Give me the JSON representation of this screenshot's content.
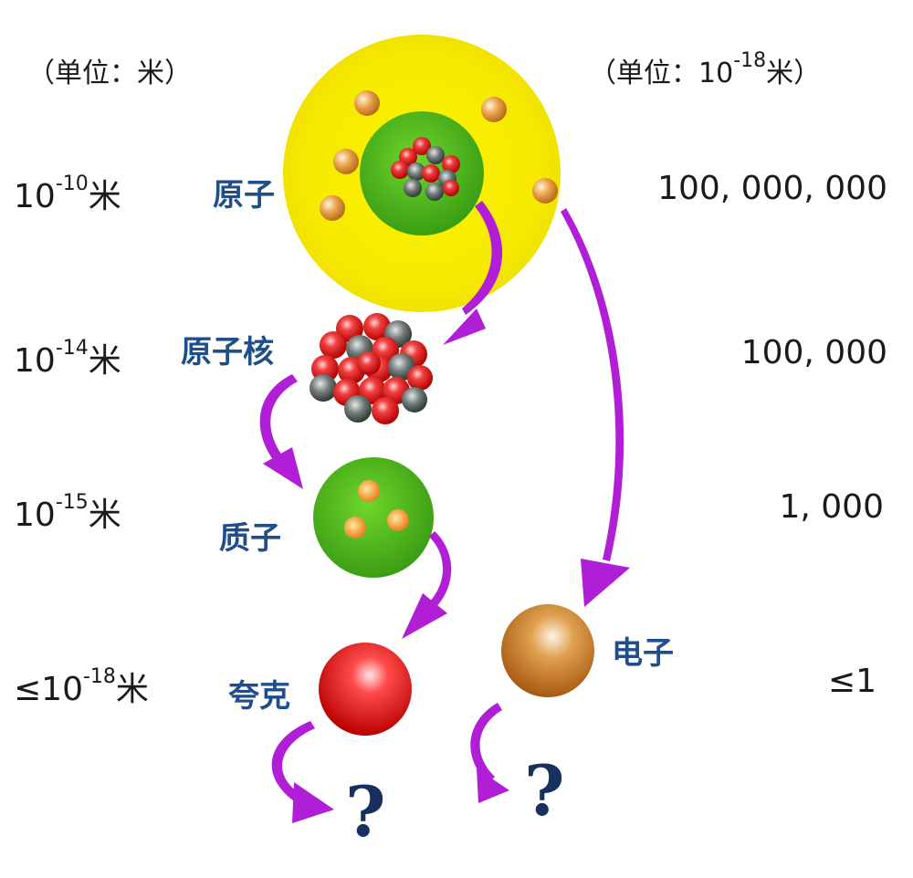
{
  "header": {
    "left_unit": {
      "prefix": "（单位：",
      "text": "米",
      "suffix": "）"
    },
    "right_unit": {
      "prefix": "（单位：10",
      "exponent": "-18",
      "suffix": "米）"
    }
  },
  "rows": [
    {
      "scale_prefix": "",
      "base": "10",
      "exponent": "-10",
      "unit": "米",
      "label": "原子",
      "value": "100, 000, 000"
    },
    {
      "scale_prefix": "",
      "base": "10",
      "exponent": "-14",
      "unit": "米",
      "label": "原子核",
      "value": "100, 000"
    },
    {
      "scale_prefix": "",
      "base": "10",
      "exponent": "-15",
      "unit": "米",
      "label": "质子",
      "value": "1, 000"
    },
    {
      "scale_prefix": "≤",
      "base": "10",
      "exponent": "-18",
      "unit": "米",
      "label_quark": "夸克",
      "label_electron": "电子",
      "value": "≤1"
    }
  ],
  "unknowns": {
    "quark_next": "?",
    "electron_next": "?"
  },
  "colors": {
    "atom_shell": "#f7ee00",
    "nucleus_region": "#5cc21e",
    "arrow": "#b01fd6",
    "label_text": "#1f4e8a",
    "quark": "#e01818",
    "electron": "#c87a1e"
  }
}
